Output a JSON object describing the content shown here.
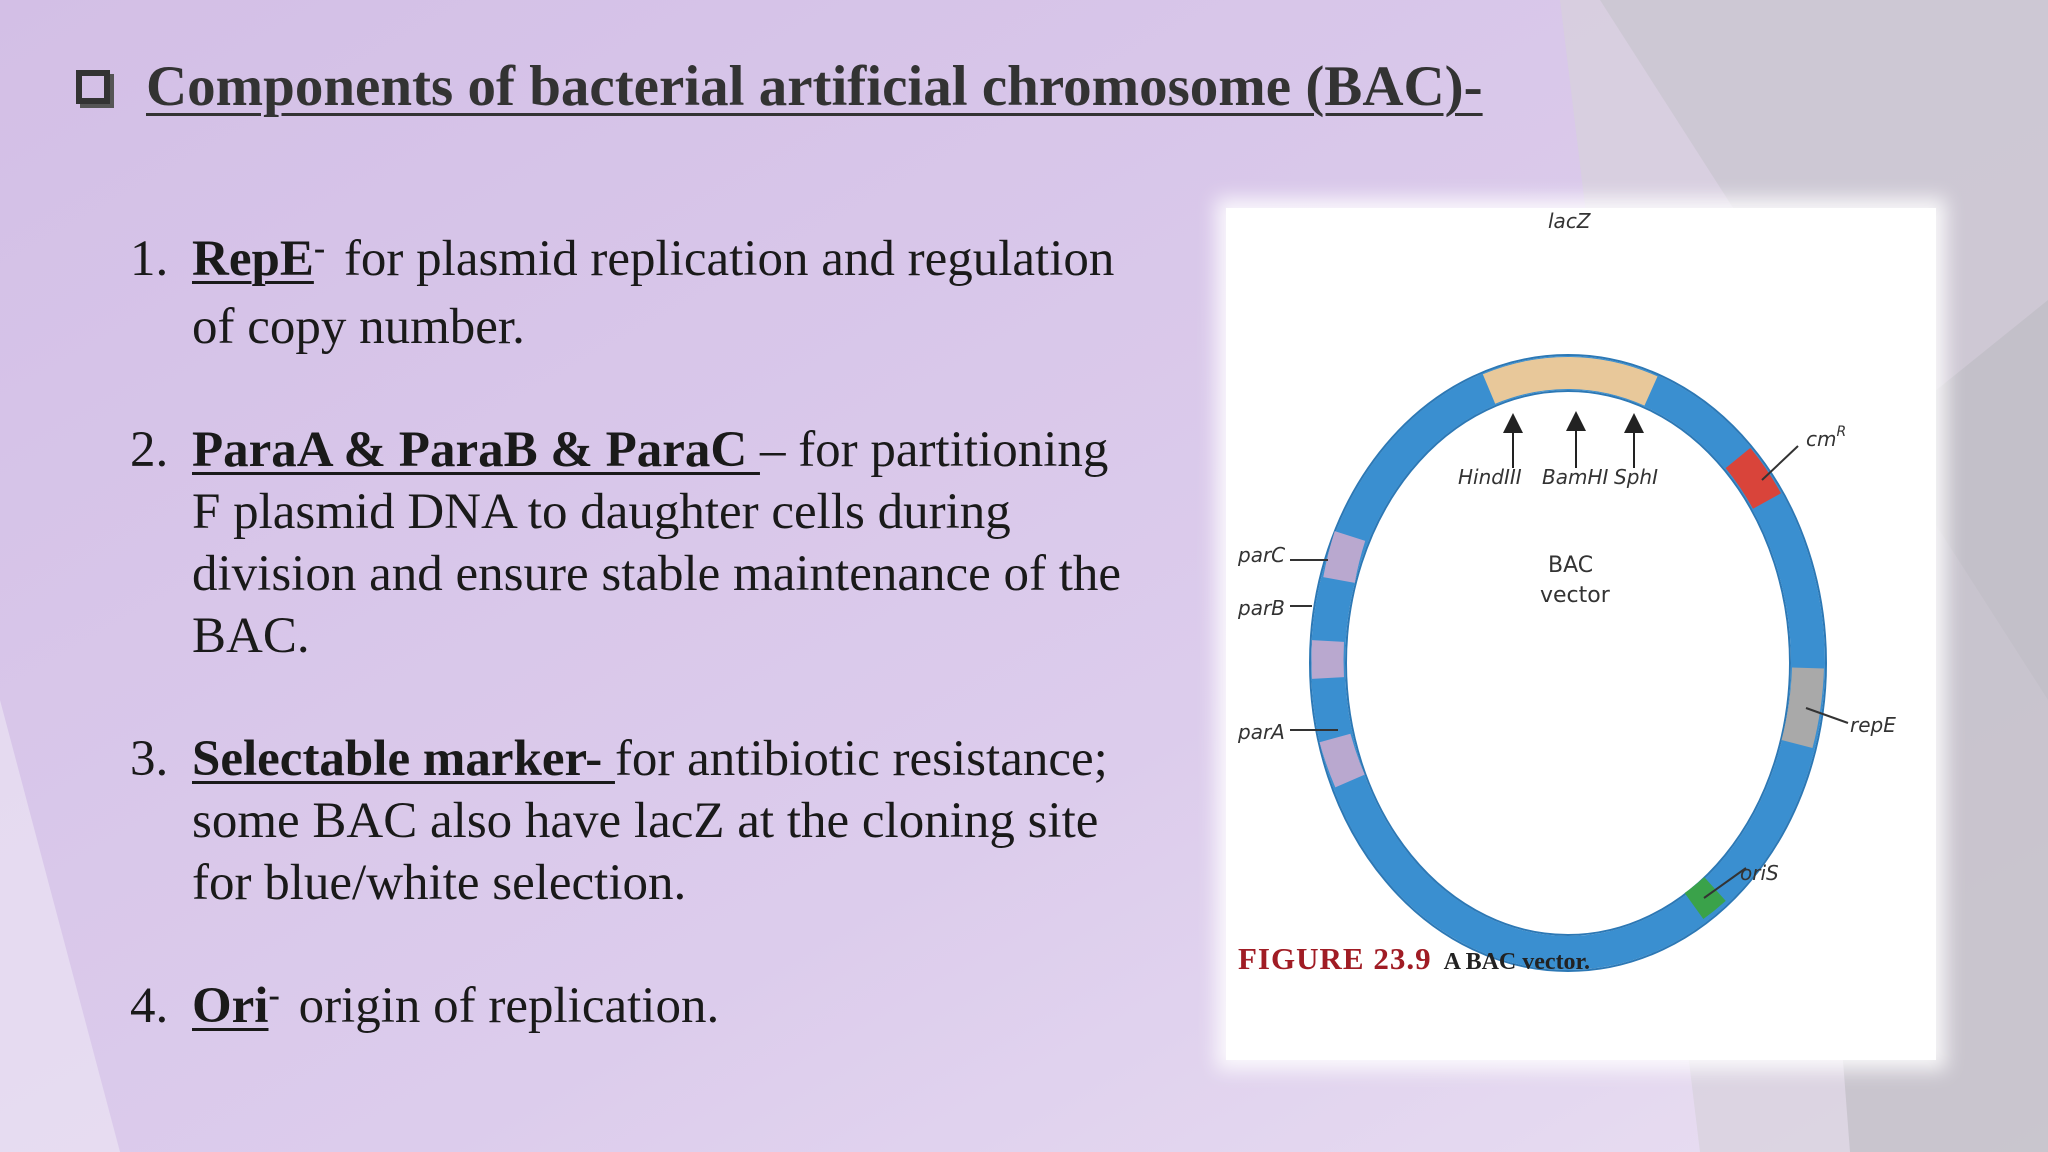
{
  "slide": {
    "title": "Components of bacterial artificial chromosome (BAC)-",
    "items": [
      {
        "num": "1.",
        "term": "RepE",
        "sup": "-",
        "text": "for plasmid replication and regulation of copy number."
      },
      {
        "num": "2.",
        "term": "ParaA & ParaB & ParaC ",
        "sup": "",
        "text": "– for partitioning F plasmid DNA to daughter cells during division and ensure stable maintenance of the BAC."
      },
      {
        "num": "3.",
        "term": "Selectable marker- ",
        "sup": "",
        "text": "for antibiotic resistance; some BAC also have lacZ at the cloning site for blue/white selection."
      },
      {
        "num": "4.",
        "term": "Ori",
        "sup": "-",
        "text": "origin of replication."
      }
    ]
  },
  "figure": {
    "labels": {
      "lacZ": "lacZ",
      "cmR": "cm",
      "cmR_sup": "R",
      "repE": "repE",
      "oriS": "oriS",
      "parA": "parA",
      "parB": "parB",
      "parC": "parC",
      "hindIII": "HindIII",
      "bamHI": "BamHI",
      "sphI": "SphI",
      "center_line1": "BAC",
      "center_line2": "vector"
    },
    "caption_num": "FIGURE 23.9",
    "caption_text": "A BAC vector.",
    "colors": {
      "ring": "#3a8fd0",
      "lacZ": "#e8c89a",
      "cmR": "#d9443a",
      "repE": "#a9a9a9",
      "oriS": "#3aa24a",
      "par": "#b9a8cf",
      "caption": "#a01c24"
    }
  }
}
